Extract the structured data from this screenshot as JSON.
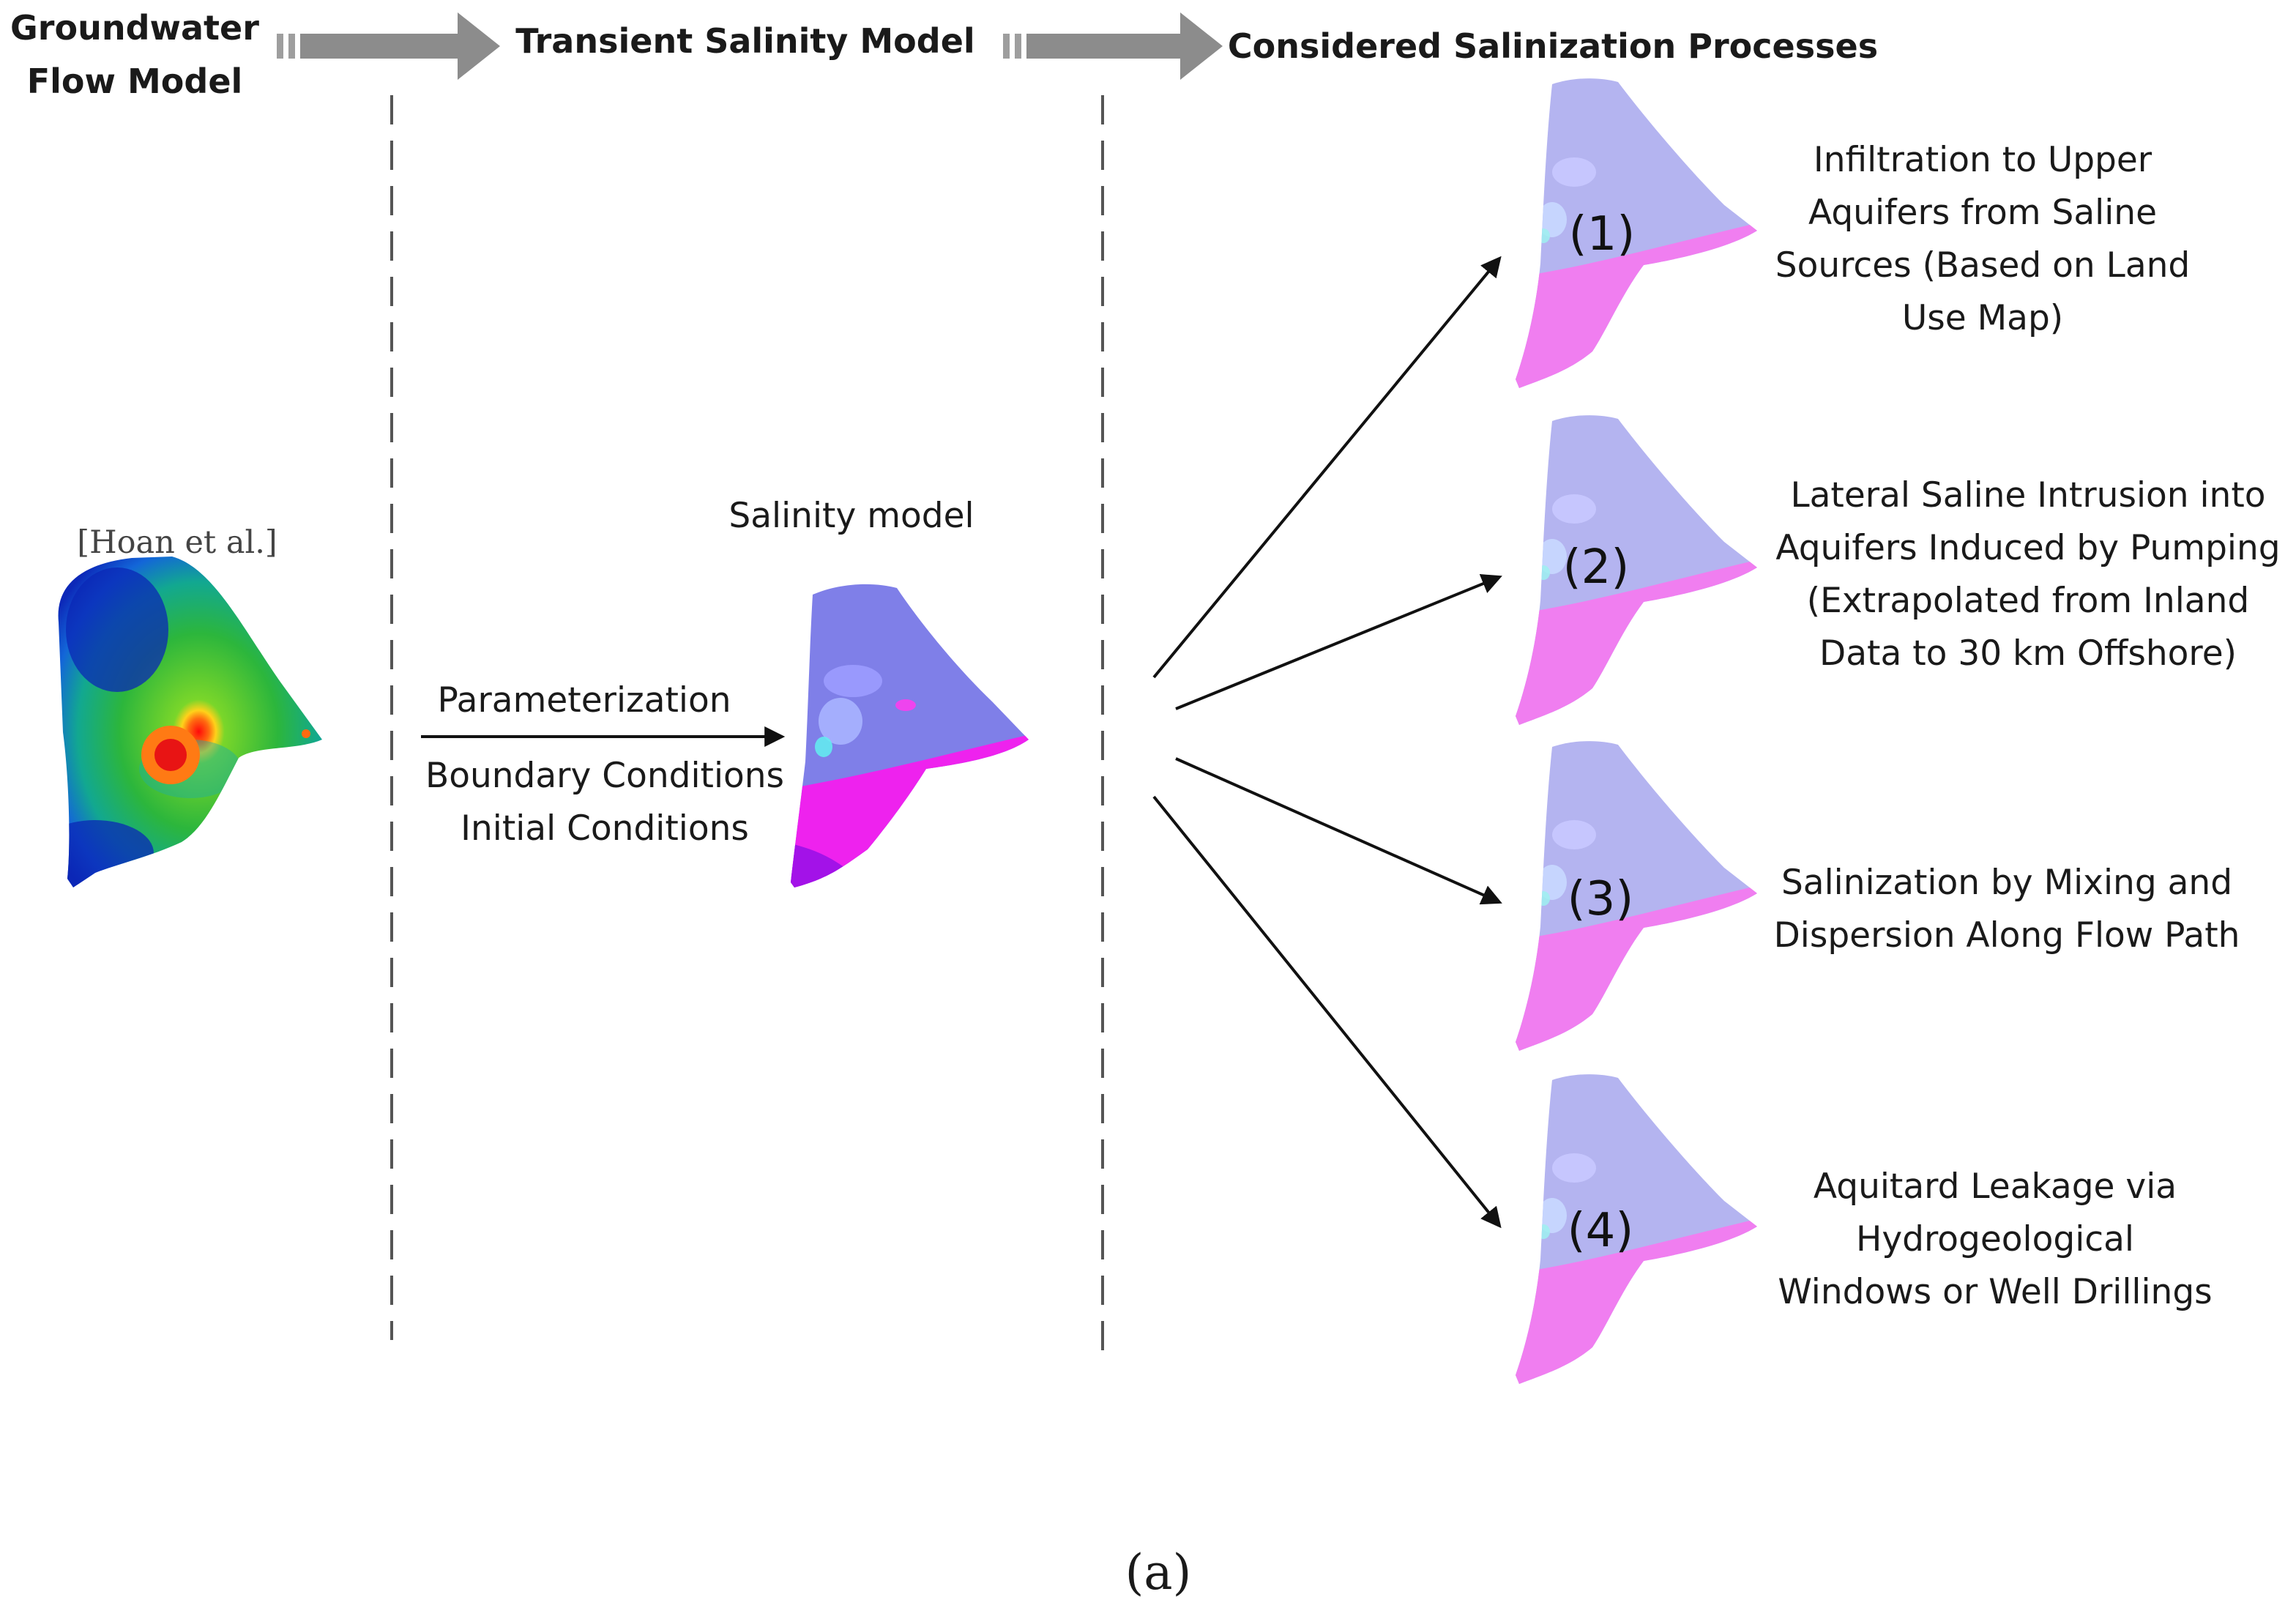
{
  "stages": {
    "groundwater_flow_model": [
      "Groundwater",
      "Flow Model"
    ],
    "transient_salinity_model": "Transient Salinity Model",
    "considered_processes": "Considered Salinization Processes"
  },
  "flow_model": {
    "citation": "[Hoan et al.]"
  },
  "salinity_model": {
    "title": "Salinity model",
    "parameterization": "Parameterization",
    "boundary_conditions": "Boundary Conditions",
    "initial_conditions": "Initial Conditions"
  },
  "processes": [
    {
      "number": "(1)",
      "lines": [
        "Infiltration to Upper",
        "Aquifers from Saline",
        "Sources (Based on Land",
        "Use Map)"
      ]
    },
    {
      "number": "(2)",
      "lines": [
        "Lateral Saline Intrusion into",
        "Aquifers Induced by Pumping",
        "(Extrapolated from Inland",
        "Data to 30 km Offshore)"
      ]
    },
    {
      "number": "(3)",
      "lines": [
        "Salinization by Mixing and",
        "Dispersion Along Flow Path"
      ]
    },
    {
      "number": "(4)",
      "lines": [
        "Aquitard Leakage via",
        "Hydrogeological",
        "Windows or Well Drillings"
      ]
    }
  ],
  "panel_label": "(a)",
  "colors": {
    "stage_arrow": "#8c8c8c",
    "divider": "#555555",
    "connector": "#111111",
    "flow_blue": "#1030c8",
    "flow_green": "#3cc22c",
    "flow_hotspot": "#e81818",
    "salinity_purple": "#7f7fe8",
    "salinity_magenta": "#ee22ee",
    "process_lavender": "#b4b4f0",
    "process_pink": "#f07ef0"
  }
}
